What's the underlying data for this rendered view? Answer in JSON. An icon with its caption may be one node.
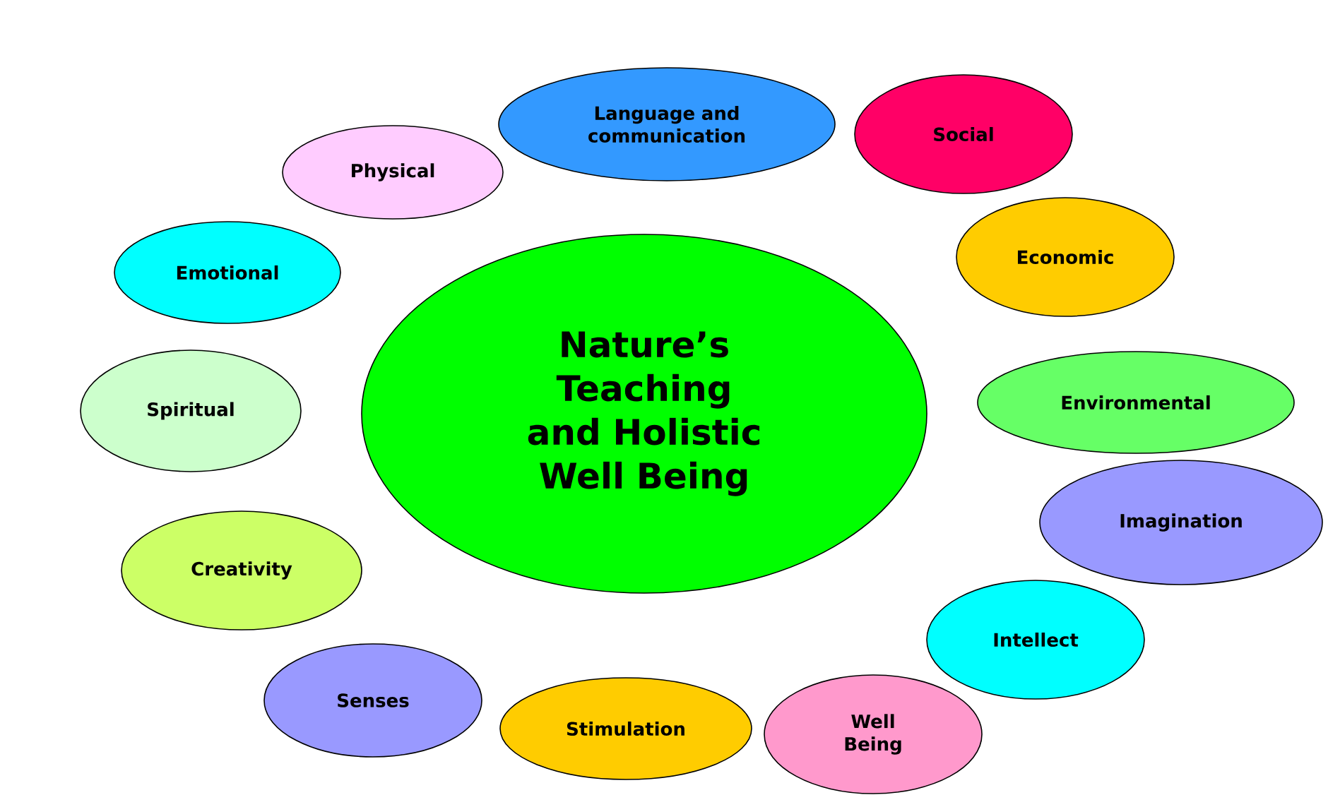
{
  "diagram": {
    "nodes": [
      {
        "text": [
          "Nature’s Teaching and Holistic Well Being"
        ]
      },
      {
        "text": [
          "Language and communication"
        ]
      },
      {
        "text": [
          "Social"
        ]
      },
      {
        "text": [
          "Physical"
        ]
      },
      {
        "text": [
          "Economic"
        ]
      },
      {
        "text": [
          "Emotional"
        ]
      },
      {
        "text": [
          "Spiritual"
        ]
      },
      {
        "text": [
          "Environmental"
        ]
      },
      {
        "text": [
          "Imagination"
        ]
      },
      {
        "text": [
          "Creativity"
        ]
      },
      {
        "text": [
          "Intellect"
        ]
      },
      {
        "text": [
          "Senses"
        ]
      },
      {
        "text": [
          "Stimulation"
        ]
      },
      {
        "text": [
          "Well Being"
        ]
      }
    ]
  }
}
